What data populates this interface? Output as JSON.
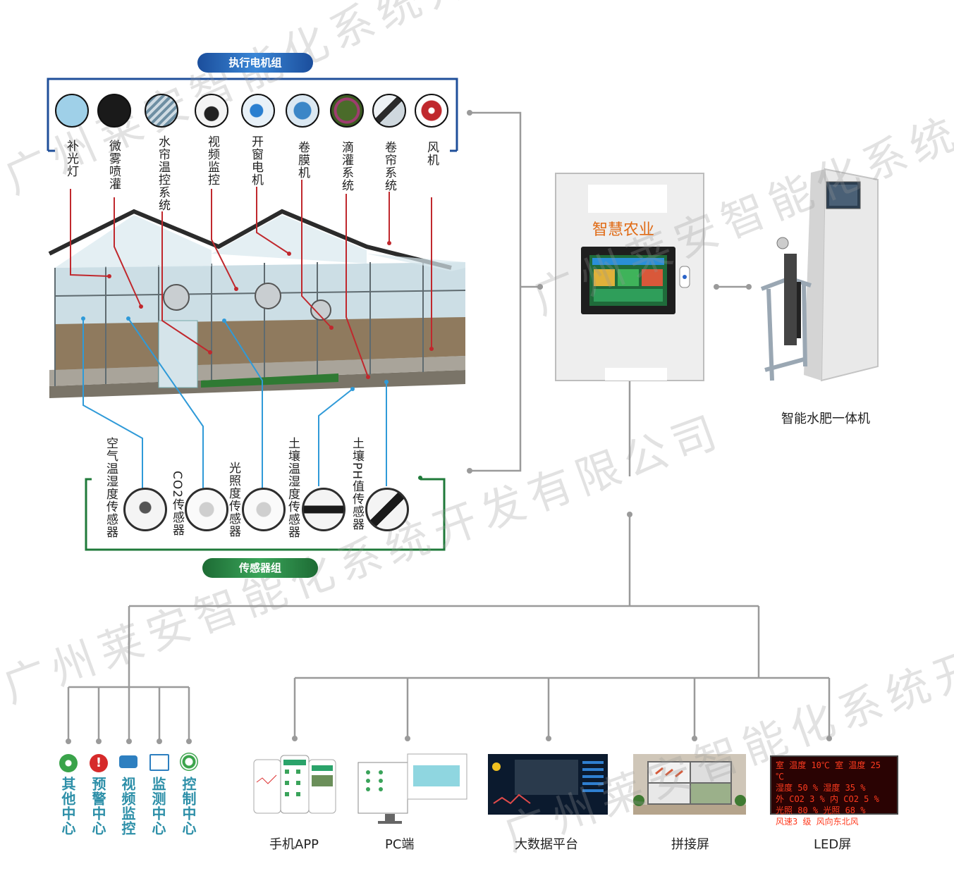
{
  "watermark": "广州莱安智能化系统开发有限公司",
  "actuator_group": {
    "title": "执行电机组",
    "items": [
      {
        "label": "补光灯",
        "icon": "grow-light-icon"
      },
      {
        "label": "微雾喷灌",
        "icon": "mist-spray-icon"
      },
      {
        "label": "水帘温控系统",
        "icon": "wet-curtain-icon"
      },
      {
        "label": "视频监控",
        "icon": "camera-icon"
      },
      {
        "label": "开窗电机",
        "icon": "window-motor-icon"
      },
      {
        "label": "卷膜机",
        "icon": "film-roller-icon"
      },
      {
        "label": "滴灌系统",
        "icon": "drip-irrigation-icon"
      },
      {
        "label": "卷帘系统",
        "icon": "roller-shade-icon"
      },
      {
        "label": "风机",
        "icon": "fan-icon"
      }
    ]
  },
  "sensor_group": {
    "title": "传感器组",
    "items": [
      {
        "label": "空气温湿度传感器"
      },
      {
        "label": "CO2传感器"
      },
      {
        "label": "光照度传感器"
      },
      {
        "label": "土壤温湿度传感器"
      },
      {
        "label": "土壤PH值传感器"
      }
    ]
  },
  "controller": {
    "brand": "智慧农业"
  },
  "fertilizer": {
    "label": "智能水肥一体机"
  },
  "centers": [
    {
      "label": "其他中心",
      "color": "#3aa34a"
    },
    {
      "label": "预警中心",
      "color": "#d62a2a"
    },
    {
      "label": "视频监控",
      "color": "#2d7fc0"
    },
    {
      "label": "监测中心",
      "color": "#2d7fc0"
    },
    {
      "label": "控制中心",
      "color": "#3aa34a"
    }
  ],
  "terminals": [
    {
      "label": "手机APP"
    },
    {
      "label": "PC端"
    },
    {
      "label": "大数据平台"
    },
    {
      "label": "拼接屏"
    },
    {
      "label": "LED屏"
    }
  ],
  "led_screen": {
    "lines": [
      "室 温度 10℃ 室 温度 25 ℃",
      "  湿度 50 %   湿度 35 %",
      "外 CO2 3 %  内 CO2 5 %",
      "  光照 80 %   光照 68 %",
      "风速3 级   风向东北风"
    ]
  }
}
